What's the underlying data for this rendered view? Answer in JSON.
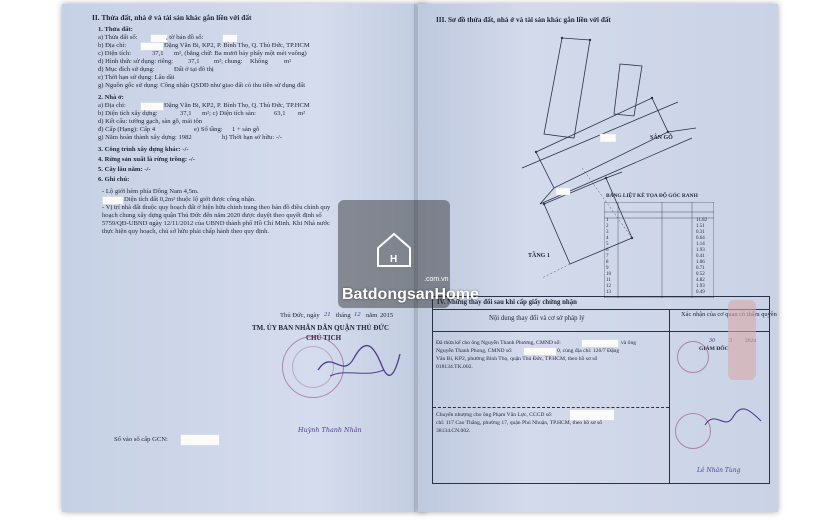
{
  "left_page": {
    "section2_title": "II. Thửa đất, nhà ở và tài sản khác gắn liền với đất",
    "land_header": "1. Thửa đất:",
    "land_lines": [
      "a) Thửa đất số:",
      ", tờ bản đồ số:",
      "b) Địa chỉ:",
      "Đặng Văn Bi, KP2, P. Bình Thọ, Q. Thủ Đức, TP.HCM",
      "c) Diện tích:",
      "37,1",
      "m², (bằng chữ: Ba mươi bảy phẩy một mét vuông)",
      "d) Hình thức sử dụng: riêng:",
      "37,1",
      "m²; chung:",
      "Không",
      "m²",
      "đ) Mục đích sử dụng:",
      "Đất ở tại đô thị",
      "e) Thời hạn sử dụng: Lâu dài",
      "g) Nguồn gốc sử dụng: Công nhận QSDĐ như giao đất có thu tiền sử dụng đất"
    ],
    "house_header": "2. Nhà ở:",
    "house_lines": [
      "a) Địa chỉ:",
      "Đặng Văn Bi, KP2, P. Bình Thọ, Q. Thủ Đức, TP.HCM",
      "b) Diện tích xây dựng:",
      "37,1",
      "m²; c) Diện tích sàn:",
      "63,1",
      "m²",
      "d) Kết cấu: tường gạch, sàn gỗ, mái tôn",
      "đ) Cấp (Hạng): Cấp 4",
      "e) Số tầng:",
      "1 + sàn gỗ",
      "g) Năm hoàn thành xây dựng: 1982",
      "h) Thời hạn sở hữu: -/-"
    ],
    "items": [
      "3. Công trình xây dựng khác: -/-",
      "4. Rừng sản xuất là rừng trồng: -/-",
      "5. Cây lâu năm: -/-",
      "6. Ghi chú:"
    ],
    "notes": [
      "- Lộ giới hẻm phía Đông Nam 4,5m.",
      "Diện tích đất 0,2m² thuộc lộ giới được công nhận.",
      "- Vị trí nhà đất thuộc quy hoạch đất ở hiện hữu chỉnh trang theo bản đồ điều chỉnh quy",
      "hoạch chung xây dựng quận Thủ Đức đến năm 2020 được duyệt theo quyết định số",
      "5759/QĐ-UBND ngày 12/11/2012 của UBND thành phố Hồ Chí Minh. Khi Nhà nước",
      "thực hiện quy hoạch, chủ sở hữu phải chấp hành theo quy định."
    ],
    "date_place": "Thủ Đức, ngày",
    "date_day": "21",
    "date_month_label": "tháng",
    "date_month": "12",
    "date_year_label": "năm",
    "date_year": "2015",
    "sign_org": "TM. ỦY BAN NHÂN DÂN QUẬN THỦ ĐỨC",
    "sign_role": "CHỦ TỊCH",
    "signer": "Huỳnh Thanh Nhân",
    "cert_no_label": "Số vào sổ cấp GCN:"
  },
  "right_page": {
    "section3_title": "III. Sơ đồ thửa đất, nhà ở và tài sản khác gắn liền với đất",
    "map_labels": [
      "SÂN GỖ",
      "TẦNG 1"
    ],
    "coord_table_title": "BẢNG LIỆT KÊ TỌA ĐỘ GÓC RANH",
    "coord_values": [
      "11.82",
      "1.51",
      "0.31",
      "0.64",
      "1.14",
      "1.93",
      "0.41",
      "1.06",
      "0.71",
      "0.52",
      "4.82",
      "1.93",
      "0.49"
    ],
    "section4_title": "IV. Những thay đổi sau khi cấp giấy chứng nhận",
    "col1_header": "Nội dung thay đổi và cơ sở pháp lý",
    "col2_header": "Xác nhận của cơ quan có thẩm quyền",
    "change1": [
      "Đã thừa kế cho ông Nguyễn Thanh Phương, CMND số:",
      "và ông",
      "Nguyễn Thanh Phong, CMND số:",
      "0, cùng địa chỉ: 126/7 Đặng",
      "Văn Bi, KP2, phường Bình Thọ, quận Thủ Đức, TP.HCM, theo hồ sơ số",
      "018134.TK.002."
    ],
    "change2": [
      "Chuyển nhượng cho ông Phạm Văn Lực, CCCD số:",
      "chỉ: 117 Cao Thắng, phường 17, quận Phú Nhuận, TP.HCM, theo hồ sơ số",
      "38134.CN.002."
    ],
    "confirm_date_day": "30",
    "confirm_date_month": "3",
    "confirm_year": "2024",
    "confirm_role": "GIÁM ĐỐC",
    "confirm_signer": "Lê Nhân Tùng"
  },
  "watermark": {
    "brand": "BatdongsanHome",
    "domain": ".com.vn"
  },
  "colors": {
    "paper": "#c9d3e6",
    "ink": "#1d2433",
    "stamp": "#963c78",
    "signature": "#4d3d8c"
  }
}
